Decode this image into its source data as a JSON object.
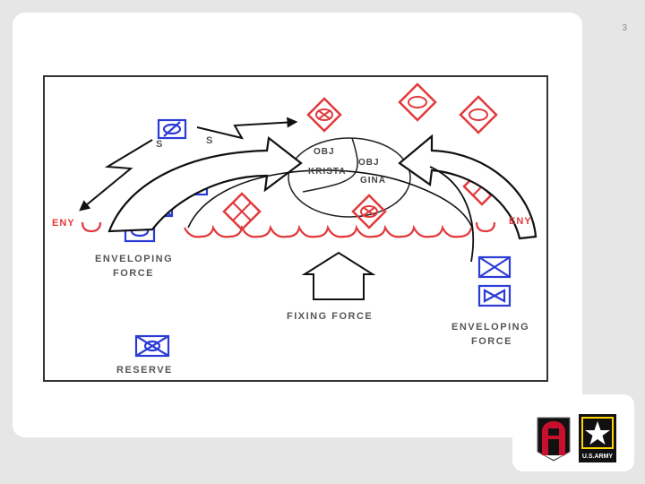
{
  "slide": {
    "page_number": "3"
  },
  "diagram": {
    "labels": {
      "eny_left": "ENY",
      "eny_right": "ENY",
      "s_left": "S",
      "s_right": "S",
      "obj_krista_line1": "OBJ",
      "obj_krista_line2": "KRISTA",
      "obj_gina_line1": "OBJ",
      "obj_gina_line2": "GINA",
      "enveloping_left_line1": "ENVELOPING",
      "enveloping_left_line2": "FORCE",
      "fixing_force": "FIXING FORCE",
      "enveloping_right_line1": "ENVELOPING",
      "enveloping_right_line2": "FORCE",
      "reserve": "RESERVE"
    },
    "colors": {
      "friendly": "#2b3bd6",
      "enemy": "#e2393c",
      "arrow": "#111111"
    }
  },
  "logos": {
    "first_army": "1st-army-patch",
    "us_army": "us-army-star-logo",
    "us_army_text": "U.S.ARMY"
  }
}
